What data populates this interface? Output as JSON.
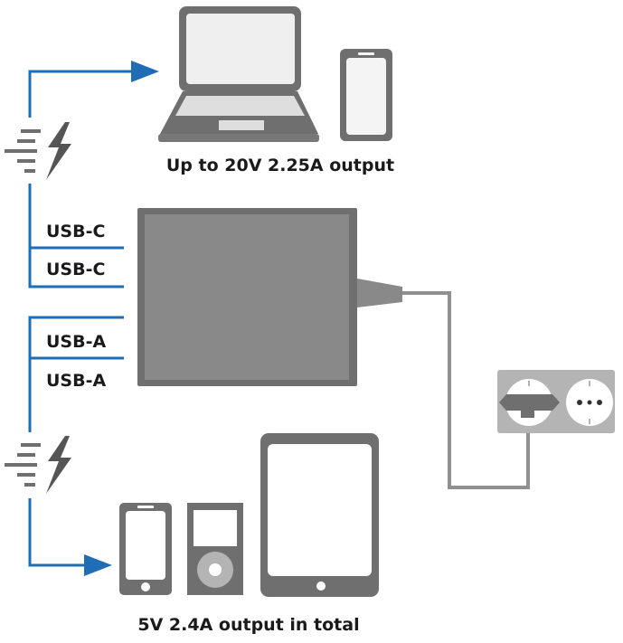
{
  "top_caption": "Up to 20V 2.25A output",
  "bottom_caption": "5V 2.4A output in total",
  "ports": [
    {
      "label": "USB-C"
    },
    {
      "label": "USB-C"
    },
    {
      "label": "USB-A"
    },
    {
      "label": "USB-A"
    }
  ],
  "top_devices": [
    "laptop-icon",
    "smartphone-icon"
  ],
  "bottom_devices": [
    "smartphone-icon",
    "media-player-icon",
    "tablet-icon"
  ],
  "colors": {
    "arrow_blue": "#1f6db5",
    "device_gray": "#6f6f6f",
    "charger_fill": "#898989",
    "charger_border": "#6f6f6f",
    "socket_plate": "#b4b4b4",
    "cable": "#909090"
  }
}
